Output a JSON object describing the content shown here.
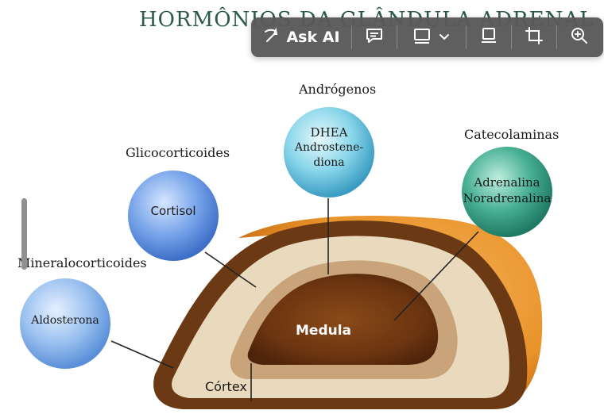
{
  "title": "HORMÔNIOS DA GLÂNDULA ADRENAL",
  "toolbar": {
    "ask_ai_label": "Ask AI",
    "icons": [
      "sparkle-icon",
      "comment-icon",
      "screen-icon",
      "chevron-down-icon",
      "document-icon",
      "crop-icon",
      "zoom-in-icon"
    ]
  },
  "diagram": {
    "categories": {
      "androgenos": "Andrógenos",
      "glicocorticoides": "Glicocorticoides",
      "catecolaminas": "Catecolaminas",
      "mineralocorticoides": "Mineralocorticoides"
    },
    "bubbles": {
      "dhea_line1": "DHEA",
      "dhea_line2": "Androstene-",
      "dhea_line3": "diona",
      "cortisol": "Cortisol",
      "adrenalina": "Adrenalina",
      "noradrenalina": "Noradrenalina",
      "aldosterona": "Aldosterona"
    },
    "regions": {
      "medula": "Medula",
      "cortex": "Córtex"
    },
    "colors": {
      "title": "#2d5a4a",
      "dhea_bubble": "#7fd0e6",
      "cortisol_bubble": "#6e9ee6",
      "catecol_bubble": "#3fa58a",
      "aldo_bubble": "#8ab8ee",
      "outer_orange": "#e8922a",
      "capsule_brown": "#6b3a14",
      "cortex_beige": "#e9d9bd",
      "medula_brown": "#5b2c0e"
    }
  }
}
